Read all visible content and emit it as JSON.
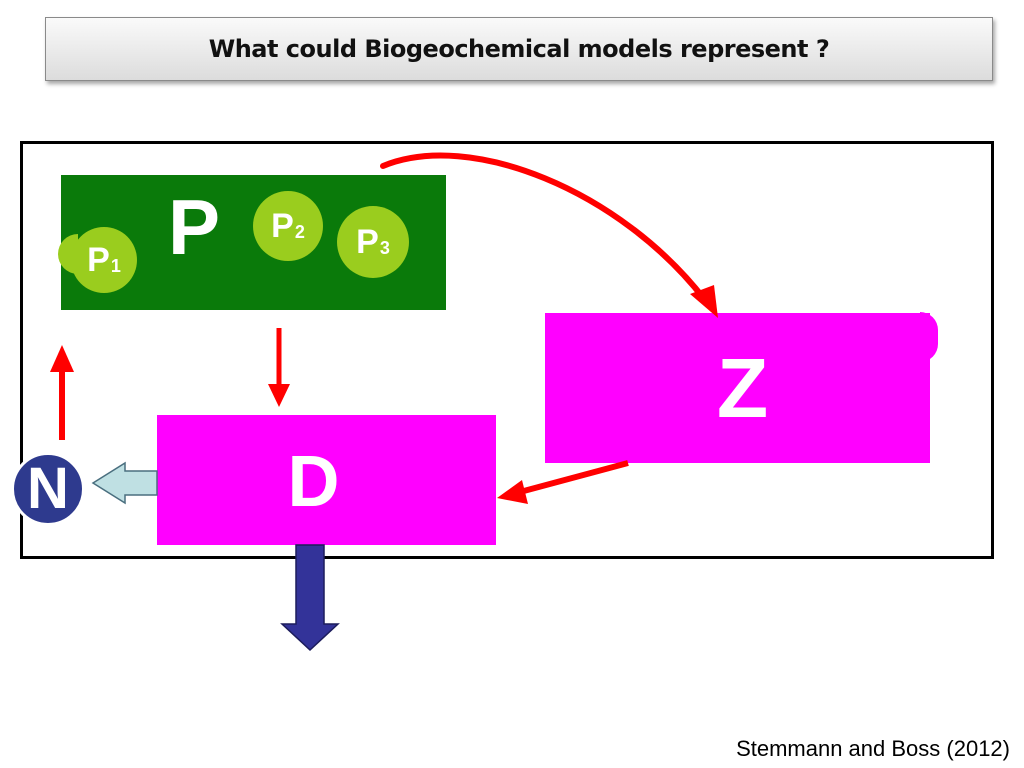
{
  "title": "What could Biogeochemical models represent ?",
  "nodes": {
    "phytoplankton": {
      "label": "P",
      "color": "#0a7a0a"
    },
    "p1": {
      "base": "P",
      "sub": "1",
      "color": "#9acd1e"
    },
    "p2": {
      "base": "P",
      "sub": "2",
      "color": "#9acd1e"
    },
    "p3": {
      "base": "P",
      "sub": "3",
      "color": "#9acd1e"
    },
    "zooplankton": {
      "label": "Z",
      "color": "#ff00ff"
    },
    "detritus": {
      "label": "D",
      "color": "#ff00ff"
    },
    "nutrient": {
      "label": "N",
      "color": "#2e3a8e"
    }
  },
  "arrows": [
    {
      "from": "P",
      "to": "Z",
      "color": "#ff0000"
    },
    {
      "from": "P",
      "to": "D",
      "color": "#ff0000"
    },
    {
      "from": "Z",
      "to": "D",
      "color": "#ff0000"
    },
    {
      "from": "N",
      "to": "P",
      "color": "#ff0000"
    },
    {
      "from": "D",
      "to": "N",
      "color": "#bfe0e3"
    },
    {
      "from": "D",
      "to": "export",
      "color": "#333399"
    }
  ],
  "citation": "Stemmann and Boss (2012)"
}
